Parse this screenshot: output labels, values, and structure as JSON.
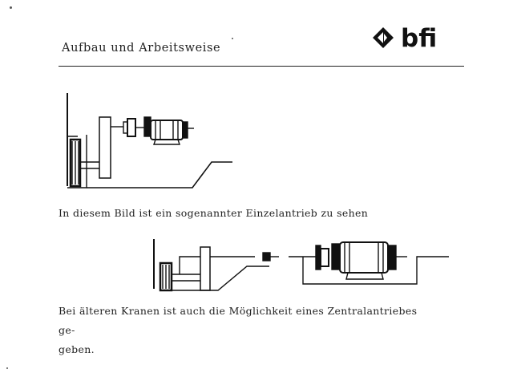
{
  "header": {
    "title": "Aufbau und Arbeitsweise",
    "logo_text": "bfi"
  },
  "figures": [
    {
      "caption": "In diesem Bild ist ein sogenannter Einzelantrieb zu sehen"
    },
    {
      "caption_lines": [
        "Bei älteren Kranen ist auch die Möglichkeit eines Zentralantriebes ge-",
        "geben."
      ]
    }
  ],
  "colors": {
    "ink": "#1a1a1a",
    "paper": "#ffffff"
  }
}
